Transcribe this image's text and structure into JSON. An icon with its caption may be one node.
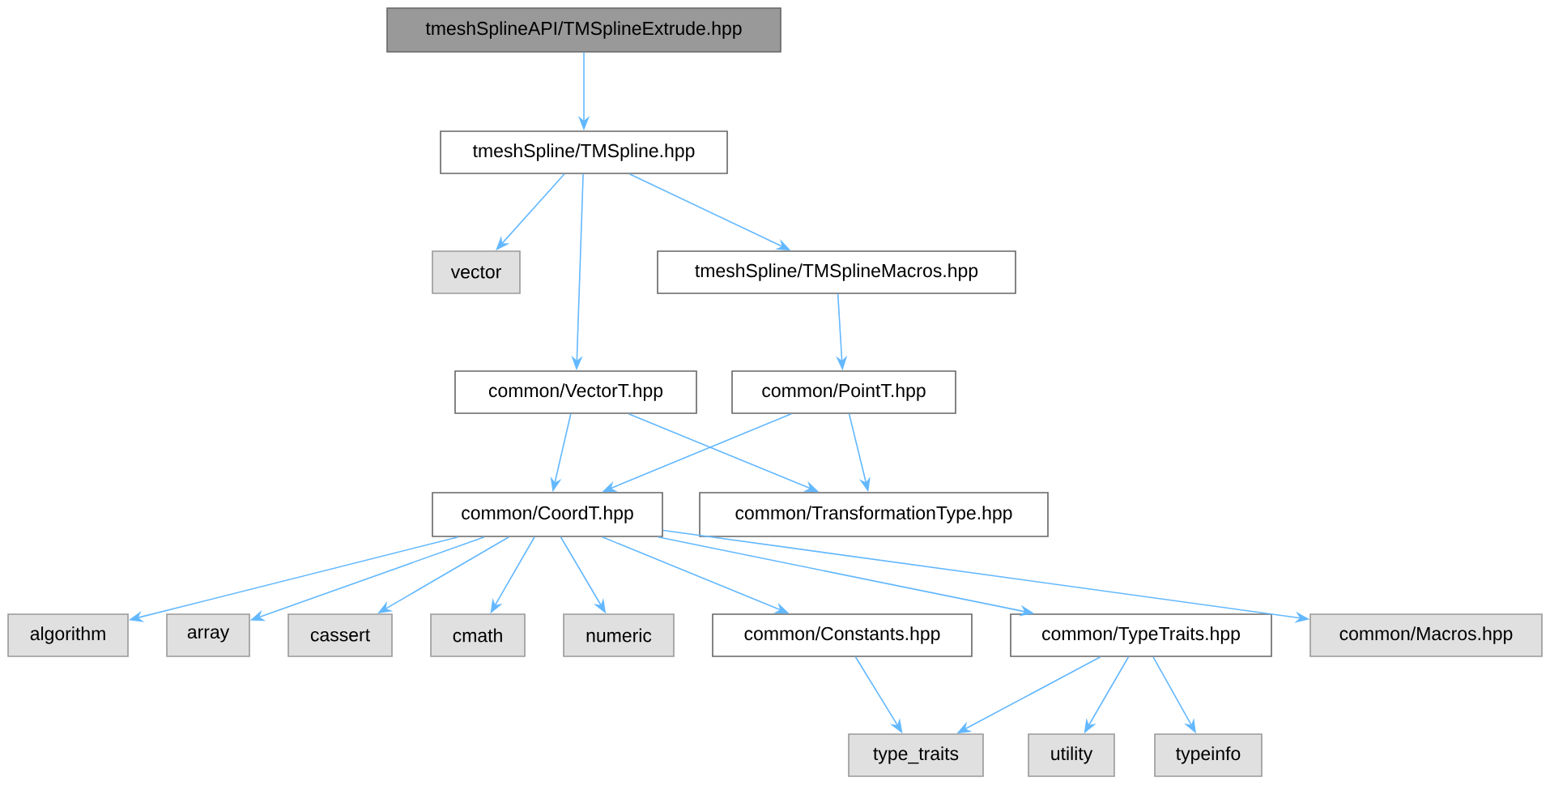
{
  "diagram": {
    "nodes": [
      {
        "text": [
          "tmeshSplineAPI/TMSplineExtrude.hpp"
        ]
      },
      {
        "text": [
          "tmeshSpline/TMSpline.hpp"
        ]
      },
      {
        "text": [
          "vector"
        ]
      },
      {
        "text": [
          "tmeshSpline/TMSplineMacros.hpp"
        ]
      },
      {
        "text": [
          "common/VectorT.hpp"
        ]
      },
      {
        "text": [
          "common/PointT.hpp"
        ]
      },
      {
        "text": [
          "common/CoordT.hpp"
        ]
      },
      {
        "text": [
          "common/TransformationType.hpp"
        ]
      },
      {
        "text": [
          "algorithm"
        ]
      },
      {
        "text": [
          "array"
        ]
      },
      {
        "text": [
          "cassert"
        ]
      },
      {
        "text": [
          "cmath"
        ]
      },
      {
        "text": [
          "numeric"
        ]
      },
      {
        "text": [
          "common/Constants.hpp"
        ]
      },
      {
        "text": [
          "common/TypeTraits.hpp"
        ]
      },
      {
        "text": [
          "common/Macros.hpp"
        ]
      },
      {
        "text": [
          "type_traits"
        ]
      },
      {
        "text": [
          "utility"
        ]
      },
      {
        "text": [
          "typeinfo"
        ]
      }
    ],
    "edges": [
      {
        "from": 0,
        "to": 1,
        "arrow": "to"
      },
      {
        "from": 1,
        "to": 2,
        "arrow": "to"
      },
      {
        "from": 1,
        "to": 3,
        "arrow": "to"
      },
      {
        "from": 1,
        "to": 4,
        "arrow": "to"
      },
      {
        "from": 3,
        "to": 5,
        "arrow": "to"
      },
      {
        "from": 4,
        "to": 6,
        "arrow": "to"
      },
      {
        "from": 4,
        "to": 7,
        "arrow": "to"
      },
      {
        "from": 5,
        "to": 6,
        "arrow": "to"
      },
      {
        "from": 5,
        "to": 7,
        "arrow": "to"
      },
      {
        "from": 6,
        "to": 8,
        "arrow": "to"
      },
      {
        "from": 6,
        "to": 9,
        "arrow": "to"
      },
      {
        "from": 6,
        "to": 10,
        "arrow": "to"
      },
      {
        "from": 6,
        "to": 11,
        "arrow": "to"
      },
      {
        "from": 6,
        "to": 12,
        "arrow": "to"
      },
      {
        "from": 6,
        "to": 13,
        "arrow": "to"
      },
      {
        "from": 6,
        "to": 14,
        "arrow": "to"
      },
      {
        "from": 6,
        "to": 15,
        "arrow": "to"
      },
      {
        "from": 13,
        "to": 16,
        "arrow": "to"
      },
      {
        "from": 14,
        "to": 16,
        "arrow": "to"
      },
      {
        "from": 14,
        "to": 17,
        "arrow": "to"
      },
      {
        "from": 14,
        "to": 18,
        "arrow": "to"
      }
    ]
  }
}
